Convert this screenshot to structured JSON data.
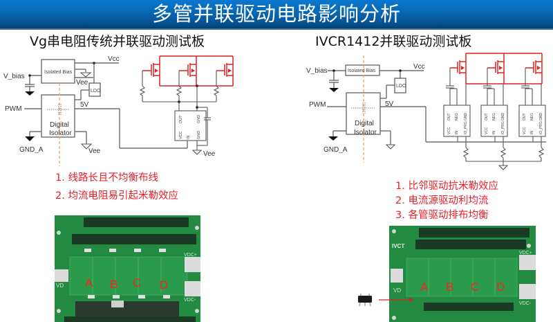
{
  "header": {
    "title": "多管并联驱动电路影响分析"
  },
  "colors": {
    "header_top": "#0a78cf",
    "header_bottom": "#053e70",
    "note_red": "#e8202a",
    "mosfet_red": "#e02020",
    "pcb_green": "#1f8a3f",
    "isolation_line": "#f0a060"
  },
  "left": {
    "title": "Vg串电阻传统并联驱动测试板",
    "schematic": {
      "labels": {
        "v_bias": "V_bias",
        "isolated_bias": "Isolated Bias",
        "vcc": "Vcc",
        "vee_top": "Vee",
        "ldo": "LDO",
        "pwm": "PWM",
        "five_v": "5V",
        "digital": "Digital",
        "isolator": "Isolator",
        "gnd_a": "GND_A",
        "vee_bottom": "Vee",
        "vee_driver": "Vee"
      },
      "driver_pins": [
        "OUT",
        "GND",
        "VCC",
        "IN",
        "GND"
      ]
    },
    "notes": [
      "1. 线路长且不均衡布线",
      "2. 均流电阻易引起米勒效应"
    ],
    "board": {
      "channel_labels": [
        "A",
        "B",
        "C",
        "D"
      ],
      "silk_left": "VD",
      "silk_right_top": "VDC+",
      "silk_right_bottom": "VDC-"
    }
  },
  "right": {
    "title": "IVCR1412并联驱动测试板",
    "schematic": {
      "labels": {
        "v_bias": "V_bias",
        "isolated_bias": "Isolated Bias",
        "vcc": "Vcc",
        "ldo": "LDO",
        "pwm": "PWM",
        "five_v": "5V",
        "digital": "Digital",
        "isolator": "Isolator",
        "gnd_a": "GND_A"
      },
      "driver_pins": [
        "OUT",
        "NEG",
        "GND",
        "VCC",
        "IN",
        "IO_PRG"
      ]
    },
    "notes": [
      "1. 比邻驱动抗米勒效应",
      "2. 电流源驱动利均流",
      "3. 各管驱动排布均衡"
    ],
    "board": {
      "brand": "IVCT",
      "channel_labels": [
        "A",
        "B",
        "C",
        "D"
      ],
      "silk_left": "VD",
      "silk_right_top": "VDC+",
      "silk_right_bottom": "VDC-"
    }
  }
}
